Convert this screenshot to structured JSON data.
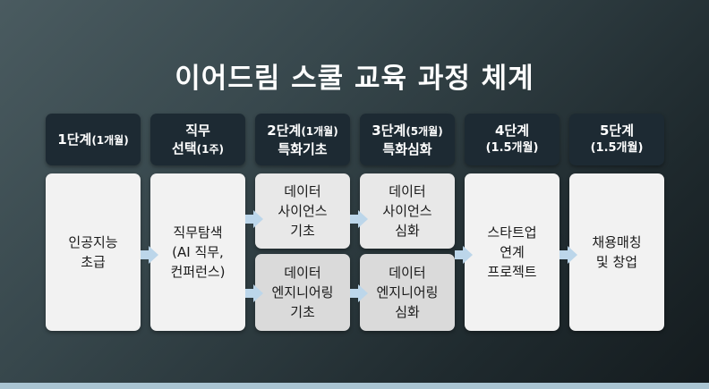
{
  "title": "이어드림 스쿨 교육 과정 체계",
  "stages": [
    {
      "line1": "1단계",
      "line1_small": "(1개월)",
      "line2": "",
      "line2_small": ""
    },
    {
      "line1": "직무",
      "line1_small": "",
      "line2": "선택",
      "line2_small": "(1주)"
    },
    {
      "line1": "2단계",
      "line1_small": "(1개월)",
      "line2": "특화기초",
      "line2_small": ""
    },
    {
      "line1": "3단계",
      "line1_small": "(5개월)",
      "line2": "특화심화",
      "line2_small": ""
    },
    {
      "line1": "4단계",
      "line1_small": "",
      "line2": "(1.5개월)",
      "line2_small": ""
    },
    {
      "line1": "5단계",
      "line1_small": "",
      "line2": "(1.5개월)",
      "line2_small": ""
    }
  ],
  "boxes": {
    "stage1": [
      "인공지능",
      "초급"
    ],
    "stage2": [
      "직무탐색",
      "(AI 직무,",
      "컨퍼런스)"
    ],
    "stage3_top": [
      "데이터",
      "사이언스",
      "기초"
    ],
    "stage3_bottom": [
      "데이터",
      "엔지니어링",
      "기초"
    ],
    "stage4_top": [
      "데이터",
      "사이언스",
      "심화"
    ],
    "stage4_bottom": [
      "데이터",
      "엔지니어링",
      "심화"
    ],
    "stage5": [
      "스타트업",
      "연계",
      "프로젝트"
    ],
    "stage6": [
      "채용매칭",
      "및 창업"
    ]
  },
  "colors": {
    "header": "#1d2a33",
    "box": "#f2f2f2",
    "arrow": "#bcd6ea"
  }
}
